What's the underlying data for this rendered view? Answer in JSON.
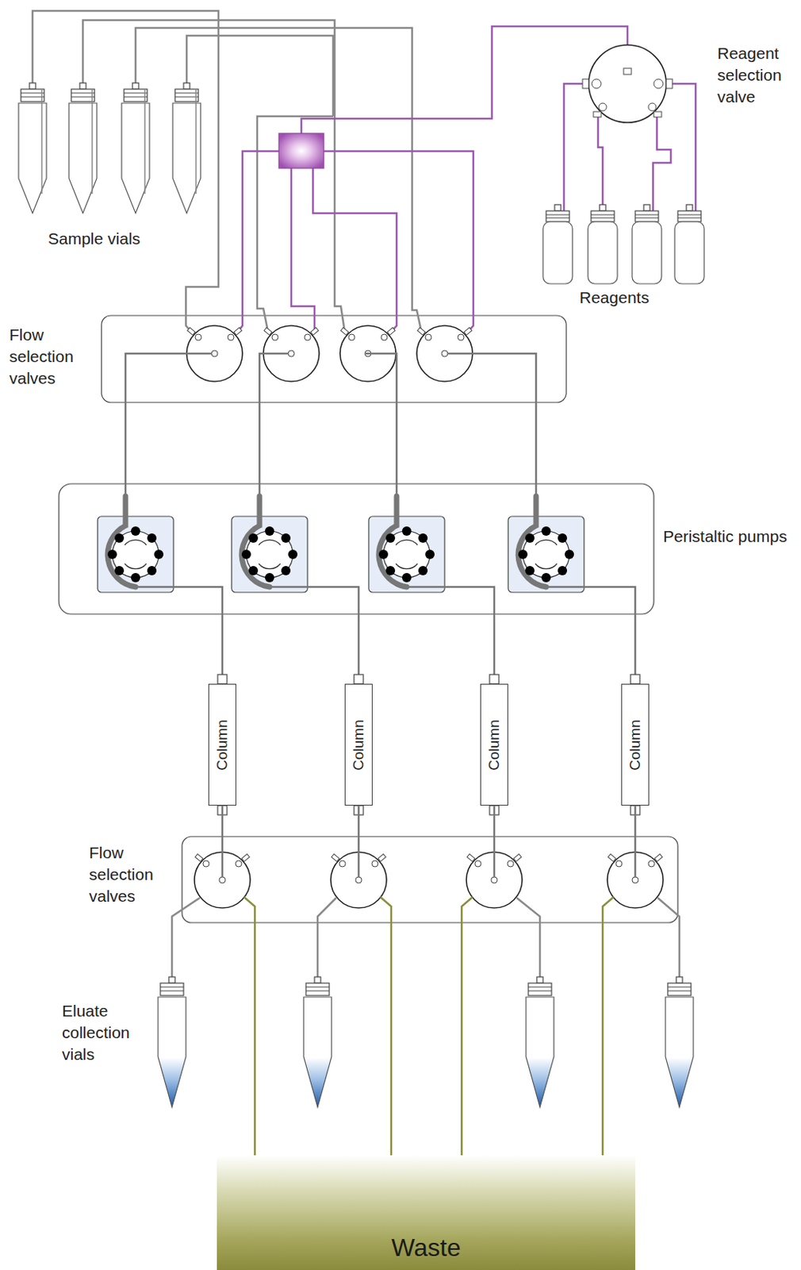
{
  "diagram": {
    "nodes": [
      {
        "text": [
          "Column"
        ]
      },
      {
        "text": [
          "Column"
        ]
      },
      {
        "text": [
          "Column"
        ]
      },
      {
        "text": [
          "Column"
        ]
      },
      {
        "text": [
          "Waste"
        ]
      }
    ],
    "edges": [
      {
        "from": 0,
        "to": 4,
        "arrow": "none"
      },
      {
        "from": 1,
        "to": 4,
        "arrow": "none"
      },
      {
        "from": 2,
        "to": 4,
        "arrow": "none"
      },
      {
        "from": 3,
        "to": 4,
        "arrow": "none"
      }
    ],
    "labels": [
      "Sample vials",
      "Reagent selection valve",
      "Reagents",
      "Flow selection valves",
      "Peristaltic pumps",
      "Flow selection valves",
      "Eluate collection vials"
    ]
  }
}
